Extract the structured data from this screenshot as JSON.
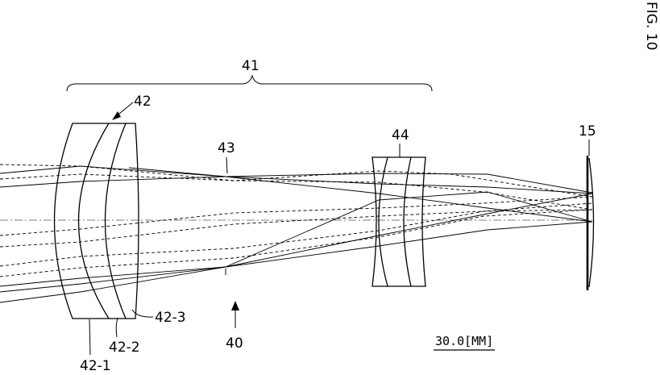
{
  "figure": {
    "title": "FIG. 10",
    "labels": {
      "lens_group": "41",
      "compound_lens": "42",
      "element_1": "42-1",
      "element_2": "42-2",
      "element_3": "42-3",
      "ray_point": "43",
      "second_lens": "44",
      "image_plane": "15",
      "system": "40",
      "scale": "30.0[MM]"
    }
  }
}
